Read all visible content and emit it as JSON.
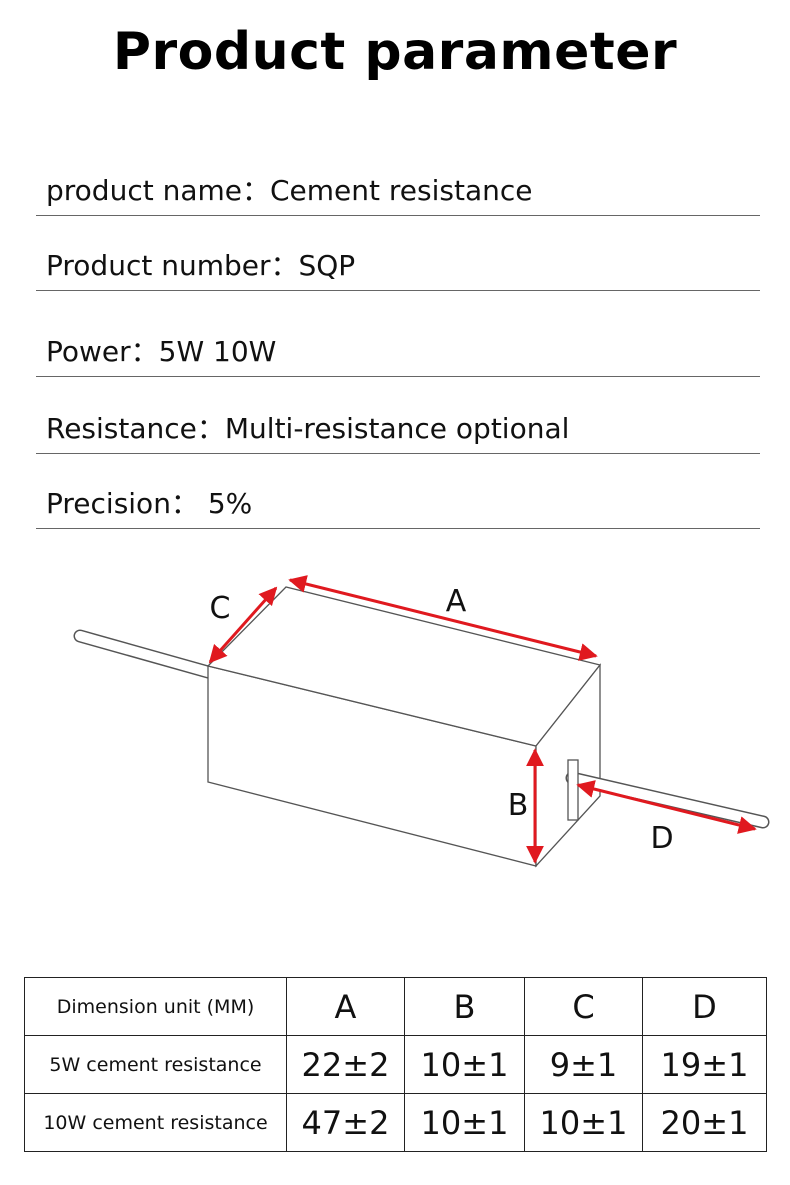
{
  "title": "Product parameter",
  "params": [
    {
      "text": "product name：Cement resistance"
    },
    {
      "text": "Product number：SQP"
    },
    {
      "text": "Power：5W 10W"
    },
    {
      "text": "Resistance：Multi-resistance optional"
    },
    {
      "text": "Precision：  5%"
    }
  ],
  "diagram": {
    "labels": {
      "a": "A",
      "b": "B",
      "c": "C",
      "d": "D"
    },
    "colors": {
      "body_stroke": "#555555",
      "arrow": "#e0191f"
    }
  },
  "table": {
    "header": [
      "Dimension unit (MM)",
      "A",
      "B",
      "C",
      "D"
    ],
    "rows": [
      [
        "5W cement resistance",
        "22±2",
        "10±1",
        "9±1",
        "19±1"
      ],
      [
        "10W cement resistance",
        "47±2",
        "10±1",
        "10±1",
        "20±1"
      ]
    ]
  }
}
